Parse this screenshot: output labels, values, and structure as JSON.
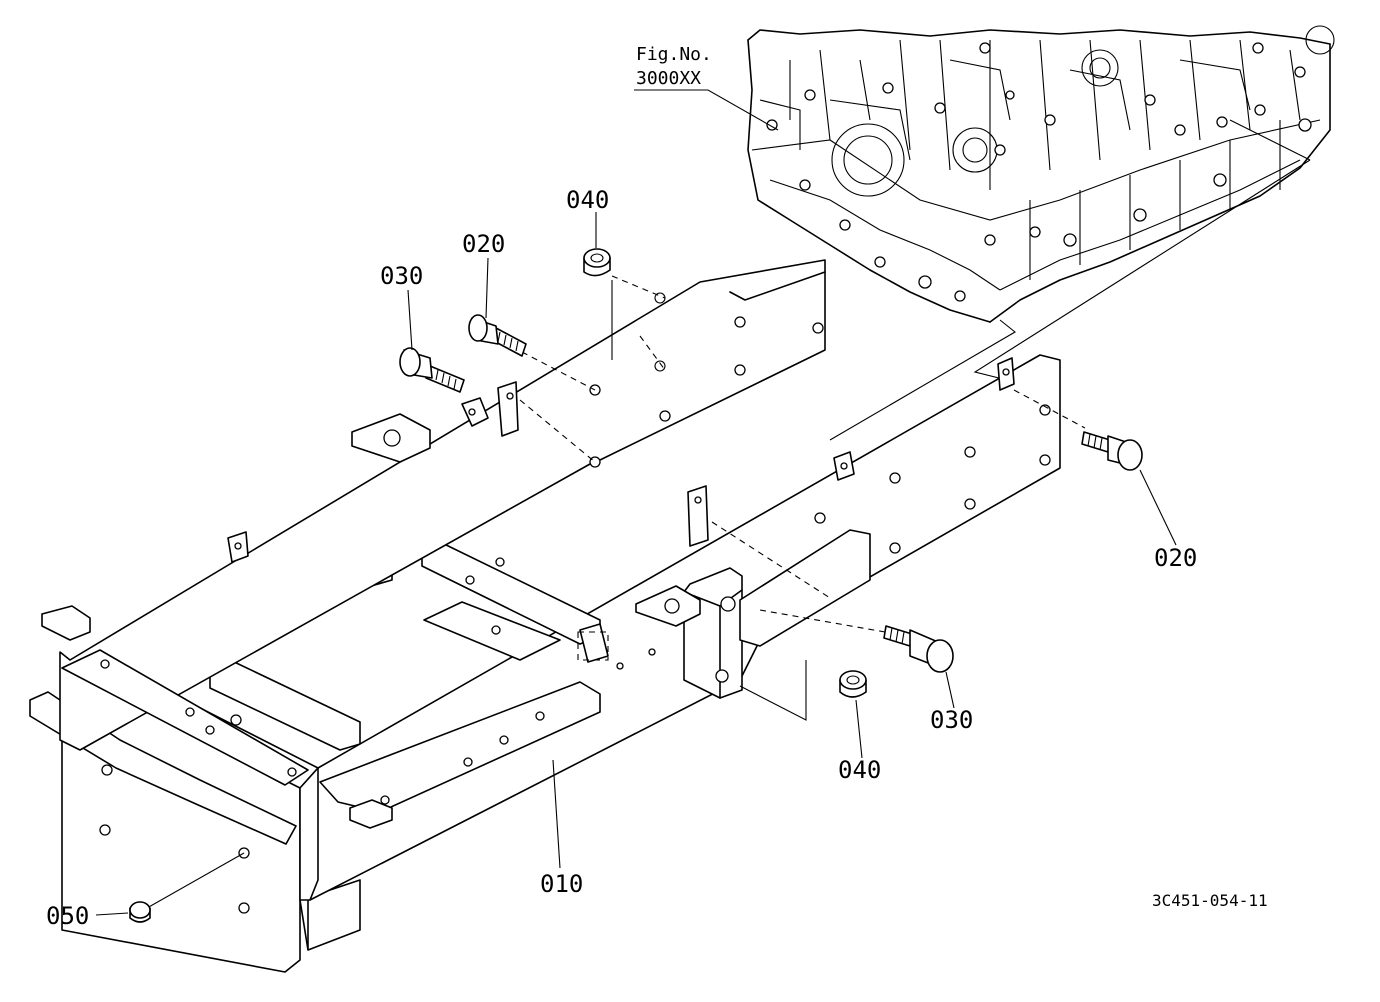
{
  "figure_ref": {
    "line1": "Fig.No.",
    "line2": "3000XX"
  },
  "drawing_number": "3C451-054-11",
  "callouts": {
    "c010": "010",
    "c020_top": "020",
    "c020_right": "020",
    "c030_top": "030",
    "c030_right": "030",
    "c040_top": "040",
    "c040_bottom": "040",
    "c050": "050"
  }
}
